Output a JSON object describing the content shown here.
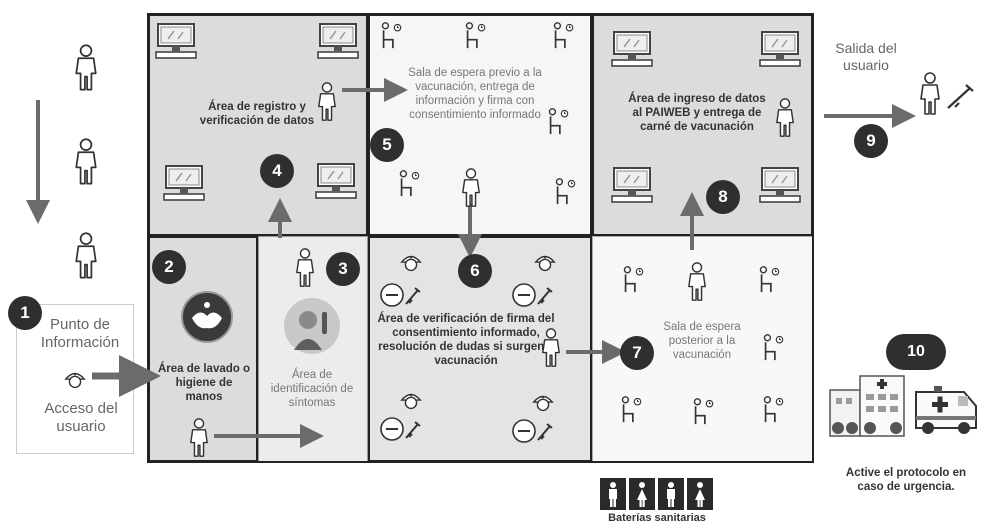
{
  "steps": {
    "s1": {
      "number": "1",
      "label_top": "Punto de Información",
      "label_bottom": "Acceso del usuario"
    },
    "s2": {
      "number": "2",
      "label": "Área de lavado o higiene de manos"
    },
    "s3": {
      "number": "3",
      "label": "Área de identificación de síntomas"
    },
    "s4": {
      "number": "4",
      "label": "Área de registro y verificación de datos"
    },
    "s5": {
      "number": "5",
      "label": "Sala de espera previo a la vacunación, entrega de información y firma con consentimiento informado"
    },
    "s6": {
      "number": "6",
      "label": "Área de verificación de firma del consentimiento informado, resolución de dudas si surgen y vacunación"
    },
    "s7": {
      "number": "7",
      "label": "Sala de espera posterior a la vacunación"
    },
    "s8": {
      "number": "8",
      "label": "Área de ingreso de datos al PAIWEB y entrega de carné de vacunación"
    },
    "s9": {
      "number": "9",
      "label": "Salida del usuario"
    },
    "s10": {
      "number": "10",
      "label": "Active el protocolo en caso de urgencia."
    }
  },
  "restrooms": {
    "label": "Baterías sanitarias"
  },
  "icons": {
    "person": "person-icon",
    "computer": "computer-icon",
    "chair": "waiting-chair-icon",
    "nurse": "nurse-icon",
    "syringe": "syringe-icon",
    "hospital": "hospital-icon",
    "ambulance": "ambulance-icon"
  },
  "colors": {
    "badge": "#2f2f2f",
    "arrow": "#6b6b6b",
    "zone_dark": "#dcdcdc",
    "zone_light": "#f2f2f2",
    "zone_white": "#fafafa",
    "border": "#222222"
  }
}
